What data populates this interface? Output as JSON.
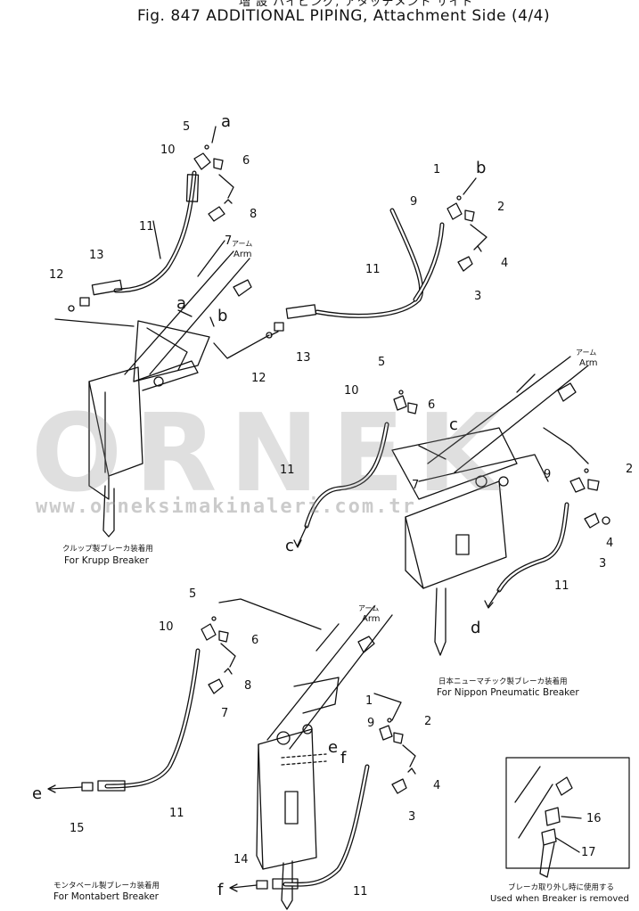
{
  "header": {
    "title_jp": "増 設    パイピング, アタッチメント サイド",
    "title_en": "Fig. 847  ADDITIONAL PIPING, Attachment Side (4/4)"
  },
  "watermark": {
    "logo": "ORNEK",
    "url": "www.orneksimakinaleri.com.tr"
  },
  "arm_label": {
    "jp": "アーム",
    "en": "Arm"
  },
  "views": {
    "krupp": {
      "caption_jp": "クルップ製ブレーカ装着用",
      "caption_en": "For Krupp Breaker",
      "callouts": [
        "5",
        "a",
        "10",
        "6",
        "8",
        "7",
        "11",
        "13",
        "12",
        "a",
        "b",
        "12",
        "13"
      ]
    },
    "nippon_top": {
      "callouts": [
        "1",
        "b",
        "9",
        "2",
        "4",
        "3",
        "11"
      ]
    },
    "nippon": {
      "caption_jp": "日本ニューマチック製ブレーカ装着用",
      "caption_en": "For Nippon Pneumatic Breaker",
      "callouts": [
        "5",
        "10",
        "6",
        "c",
        "7",
        "11",
        "c",
        "9",
        "2",
        "4",
        "3",
        "11",
        "d"
      ]
    },
    "montabert": {
      "caption_jp": "モンタベール製ブレーカ装着用",
      "caption_en": "For Montabert Breaker",
      "callouts": [
        "5",
        "10",
        "6",
        "8",
        "7",
        "e",
        "15",
        "11",
        "1",
        "9",
        "2",
        "4",
        "3",
        "e",
        "f",
        "14",
        "f",
        "11"
      ]
    },
    "removal_detail": {
      "caption_jp": "ブレーカ取り外し時に使用する",
      "caption_en": "Used when Breaker is removed",
      "callouts": [
        "16",
        "17"
      ]
    }
  },
  "colors": {
    "line": "#111111",
    "watermark": "#8c8c8c",
    "accent": "#f0c010"
  }
}
